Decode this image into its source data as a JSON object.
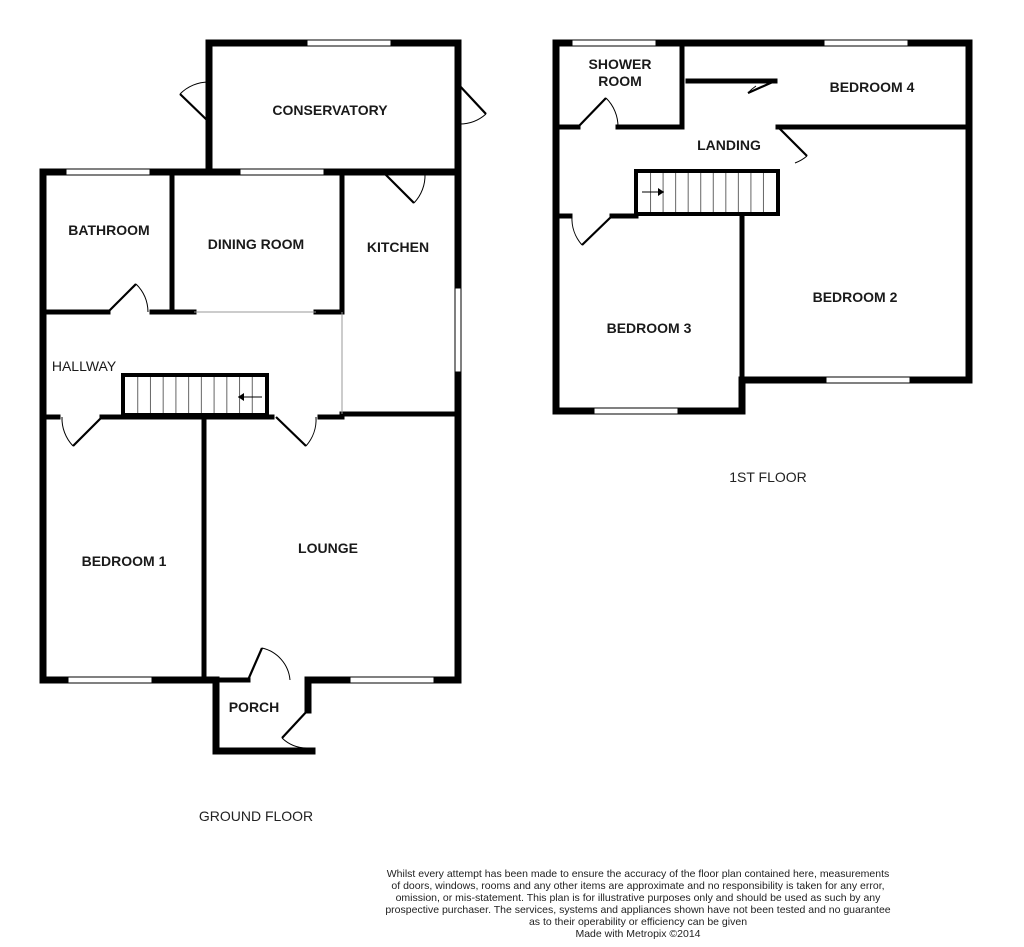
{
  "ground_floor": {
    "label": "GROUND FLOOR",
    "rooms": {
      "conservatory": "CONSERVATORY",
      "bathroom": "BATHROOM",
      "dining_room": "DINING ROOM",
      "kitchen": "KITCHEN",
      "hallway": "HALLWAY",
      "bedroom_1": "BEDROOM 1",
      "lounge": "LOUNGE",
      "porch": "PORCH"
    }
  },
  "first_floor": {
    "label": "1ST FLOOR",
    "rooms": {
      "shower_room_line1": "SHOWER",
      "shower_room_line2": "ROOM",
      "bedroom_4": "BEDROOM 4",
      "landing": "LANDING",
      "bedroom_2": "BEDROOM 2",
      "bedroom_3": "BEDROOM 3"
    }
  },
  "disclaimer": {
    "lines": [
      "Whilst every attempt has been made to ensure the accuracy of the floor plan contained here, measurements",
      "of doors, windows, rooms and any other items are approximate and no responsibility is taken for any error,",
      "omission, or mis-statement. This plan is for illustrative purposes only and should be used as such by any",
      "prospective purchaser. The services, systems and appliances shown have not been tested and no guarantee",
      "as to their operability or efficiency can be given",
      "Made with Metropix ©2014"
    ]
  }
}
